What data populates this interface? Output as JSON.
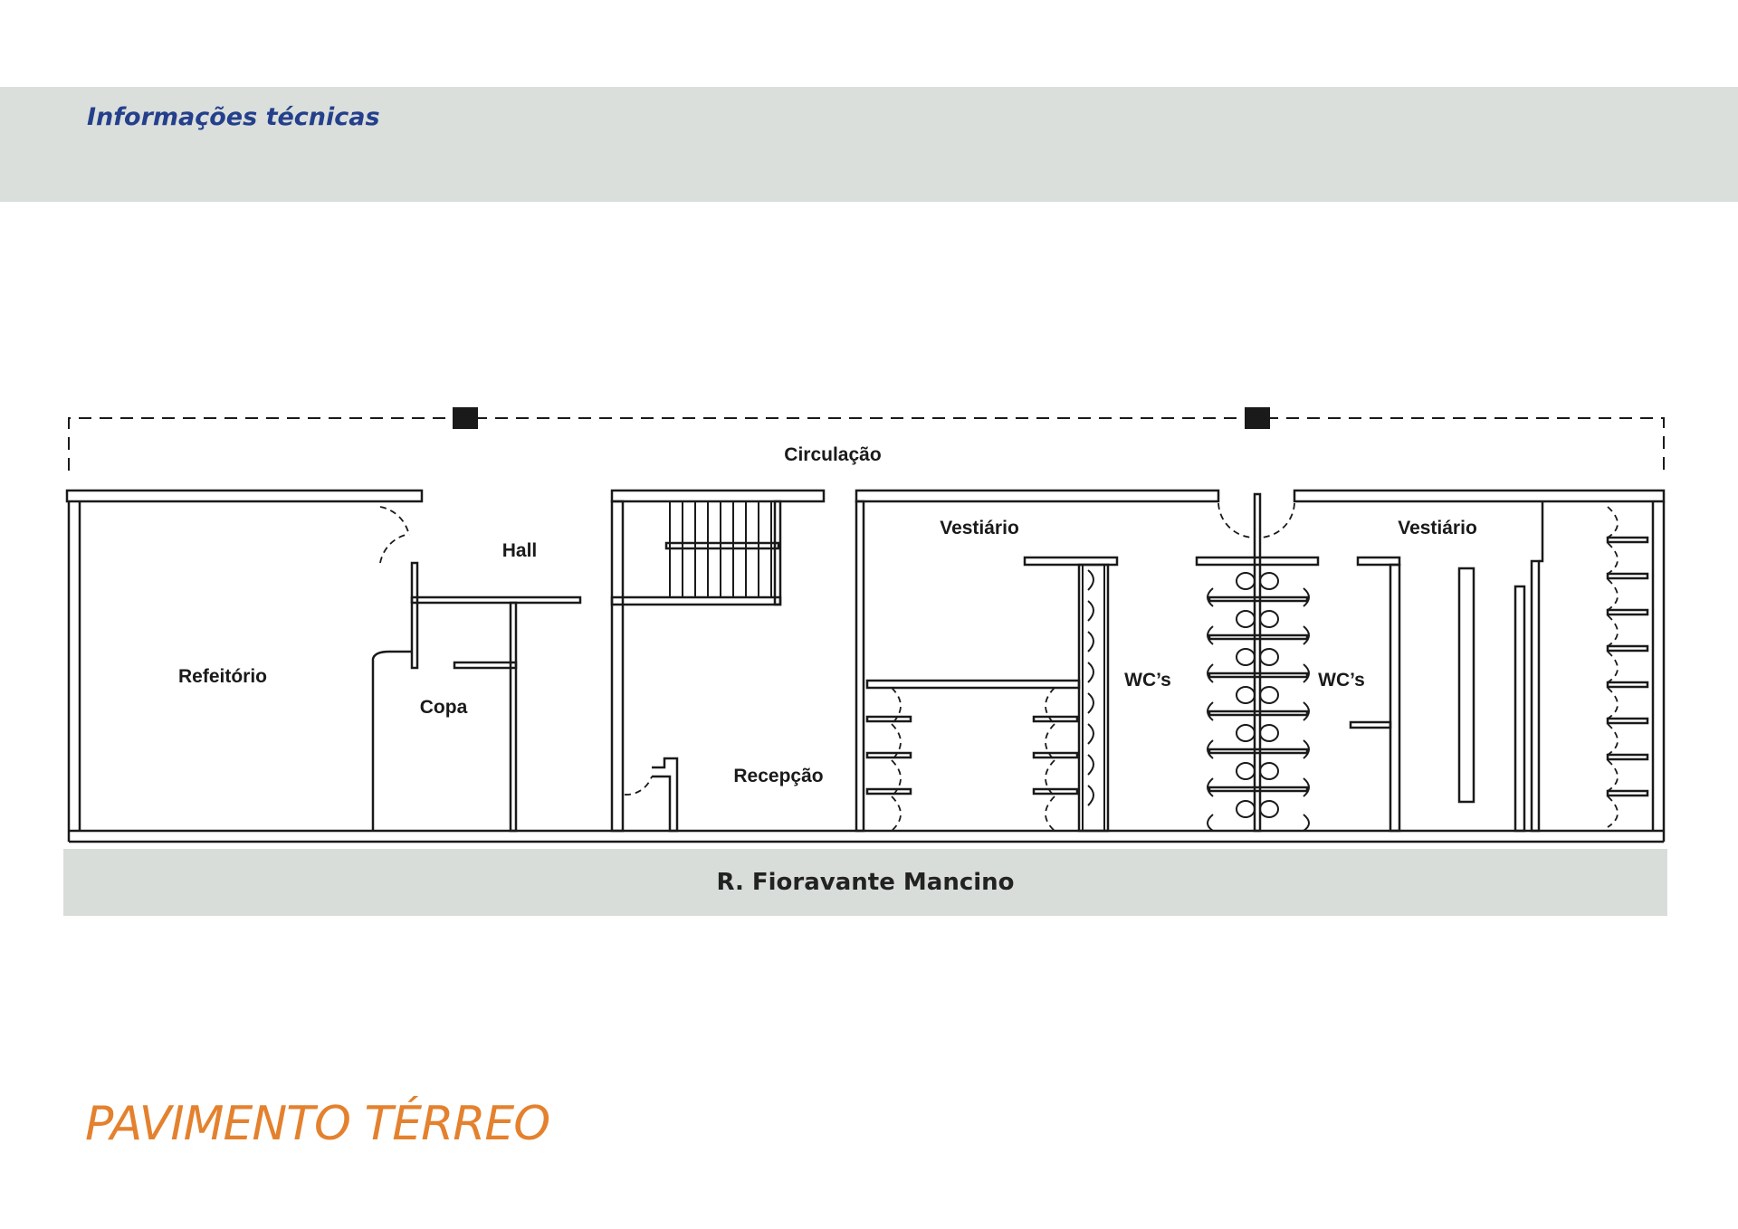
{
  "header": {
    "title": "Informações técnicas"
  },
  "plan": {
    "rooms": {
      "circulacao": "Circulação",
      "hall": "Hall",
      "refeitorio": "Refeitório",
      "copa": "Copa",
      "recepcao": "Recepção",
      "vestiario_left": "Vestiário",
      "vestiario_right": "Vestiário",
      "wcs_left": "WC’s",
      "wcs_right": "WC’s"
    },
    "street": "R. Fioravante Mancino"
  },
  "footer": {
    "title": "PAVIMENTO TÉRREO"
  },
  "colors": {
    "header_band": "#dadfdb",
    "header_text": "#243f8c",
    "title_text": "#e4812e",
    "street_band": "#d9ddd9",
    "lines": "#1a1a1a"
  }
}
